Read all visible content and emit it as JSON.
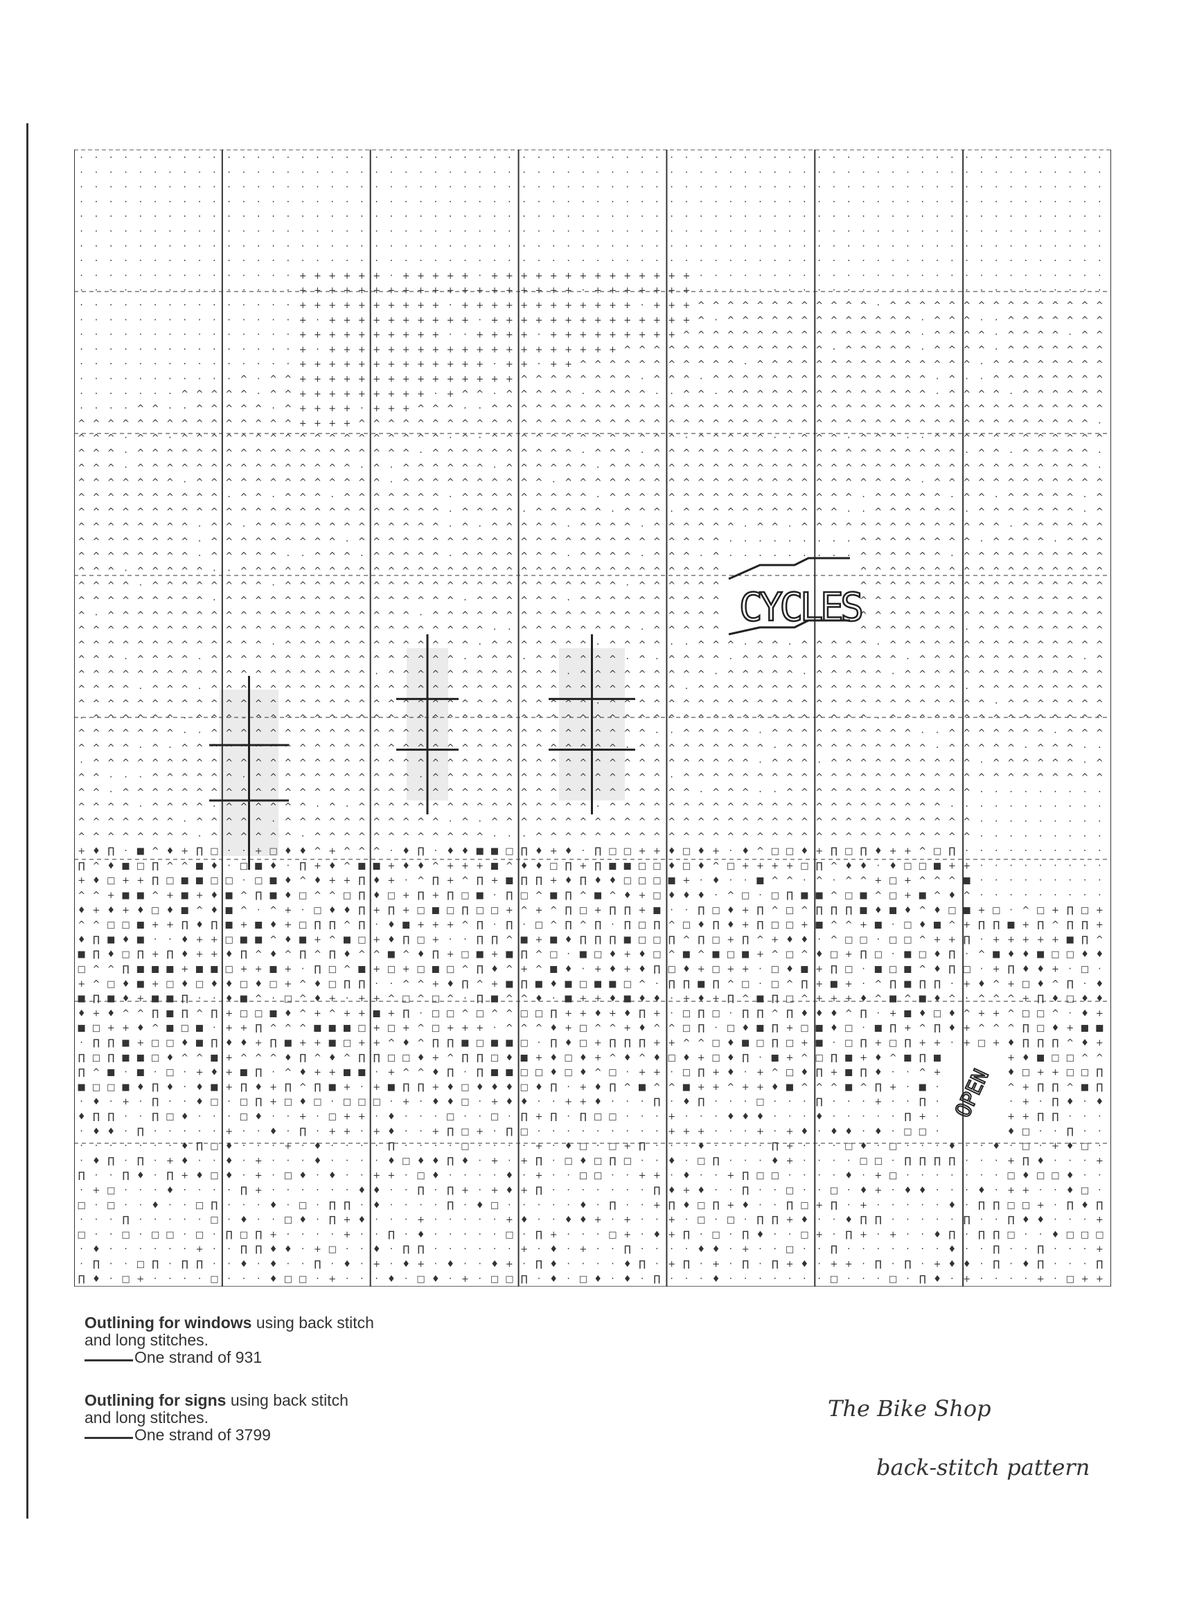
{
  "pattern": {
    "signs": {
      "cycles": "CYCLES",
      "open": "OPEN"
    }
  },
  "legend": [
    {
      "bold": "Outlining for windows",
      "text": " using back stitch",
      "line2": "and long stitches.",
      "thread": "One strand of 931"
    },
    {
      "bold": "Outlining for signs",
      "text": " using back stitch",
      "line2": "and long stitches.",
      "thread": "One strand of 3799"
    }
  ],
  "handwritten": {
    "title": "The Bike Shop",
    "subtitle": "back-stitch pattern"
  }
}
